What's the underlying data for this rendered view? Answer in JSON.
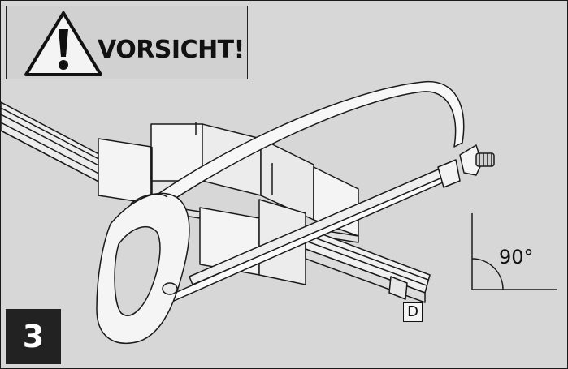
{
  "warning": {
    "label": "VORSICHT!",
    "icon": "warning-triangle-icon"
  },
  "step": {
    "number": "3"
  },
  "angle": {
    "label": "90°"
  },
  "part": {
    "label": "D"
  },
  "colors": {
    "background": "#d7d7d7",
    "line": "#1a1a1a",
    "badge": "#222222",
    "part_fill": "#f4f4f4"
  }
}
